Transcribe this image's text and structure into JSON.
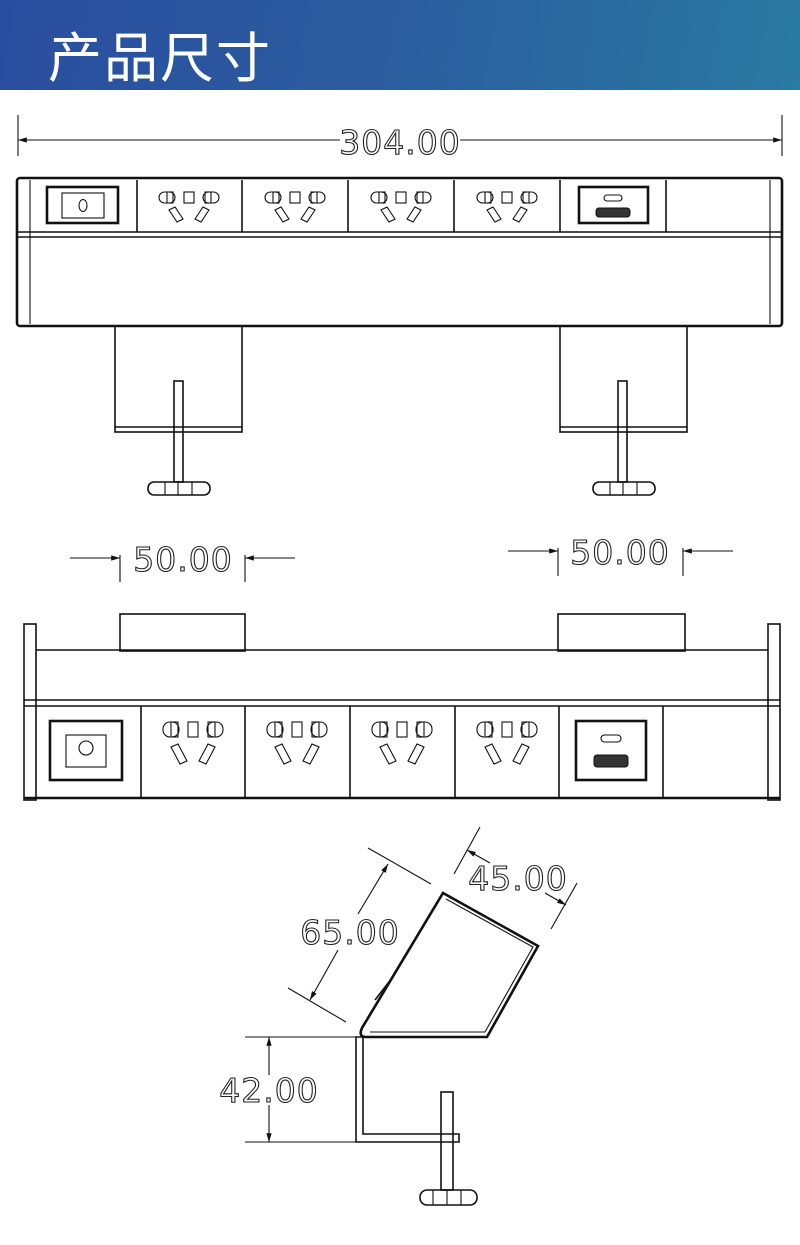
{
  "header": {
    "title": "产品尺寸"
  },
  "dimensions": {
    "total_length": "304.00",
    "left_clamp_width": "50.00",
    "right_clamp_width": "50.00",
    "side_depth": "65.00",
    "side_top_width": "45.00",
    "clamp_height": "42.00"
  },
  "colors": {
    "header_start": "#2a4e9f",
    "header_end": "#2a7aa1",
    "line": "#111111"
  }
}
